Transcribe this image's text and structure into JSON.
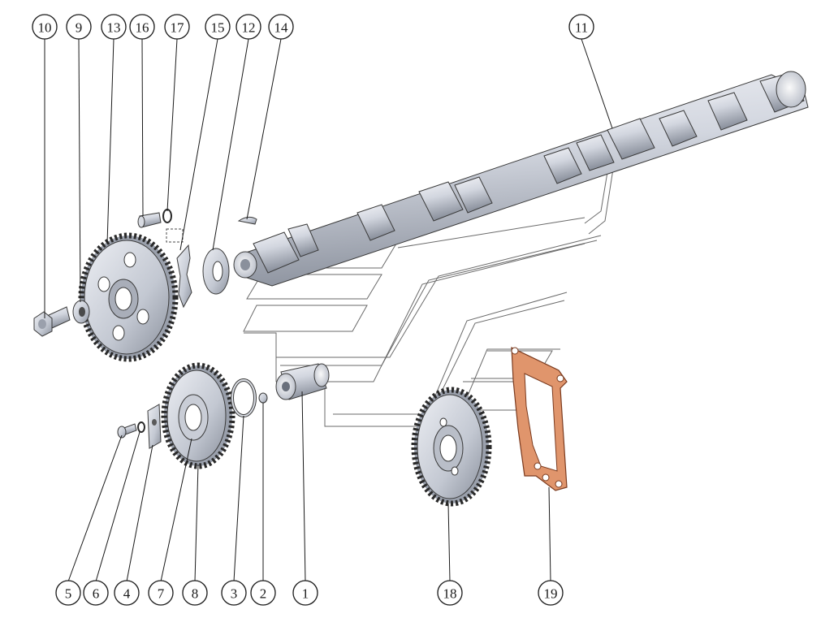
{
  "palette": {
    "metal_light": "#e6e8ee",
    "metal_mid": "#c4c9d4",
    "metal_dark": "#7c8290",
    "gasket_fill": "#e0956c",
    "gasket_stroke": "#7a3a1e",
    "line": "#1a1a1a"
  },
  "callouts": [
    {
      "id": "10",
      "part": "flange-bolt"
    },
    {
      "id": "9",
      "part": "washer"
    },
    {
      "id": "13",
      "part": "camshaft-gear"
    },
    {
      "id": "16",
      "part": "pin"
    },
    {
      "id": "17",
      "part": "spring-washer"
    },
    {
      "id": "15",
      "part": "retaining-plate"
    },
    {
      "id": "12",
      "part": "thrust-washer"
    },
    {
      "id": "14",
      "part": "woodruff-key"
    },
    {
      "id": "11",
      "part": "camshaft"
    },
    {
      "id": "5",
      "part": "screw"
    },
    {
      "id": "6",
      "part": "lock-washer"
    },
    {
      "id": "4",
      "part": "lock-plate"
    },
    {
      "id": "7",
      "part": "idler-bearing-bore"
    },
    {
      "id": "8",
      "part": "idler-gear"
    },
    {
      "id": "3",
      "part": "thrust-ring"
    },
    {
      "id": "2",
      "part": "plug"
    },
    {
      "id": "1",
      "part": "idler-shaft"
    },
    {
      "id": "18",
      "part": "crankshaft-gear"
    },
    {
      "id": "19",
      "part": "gasket"
    }
  ]
}
